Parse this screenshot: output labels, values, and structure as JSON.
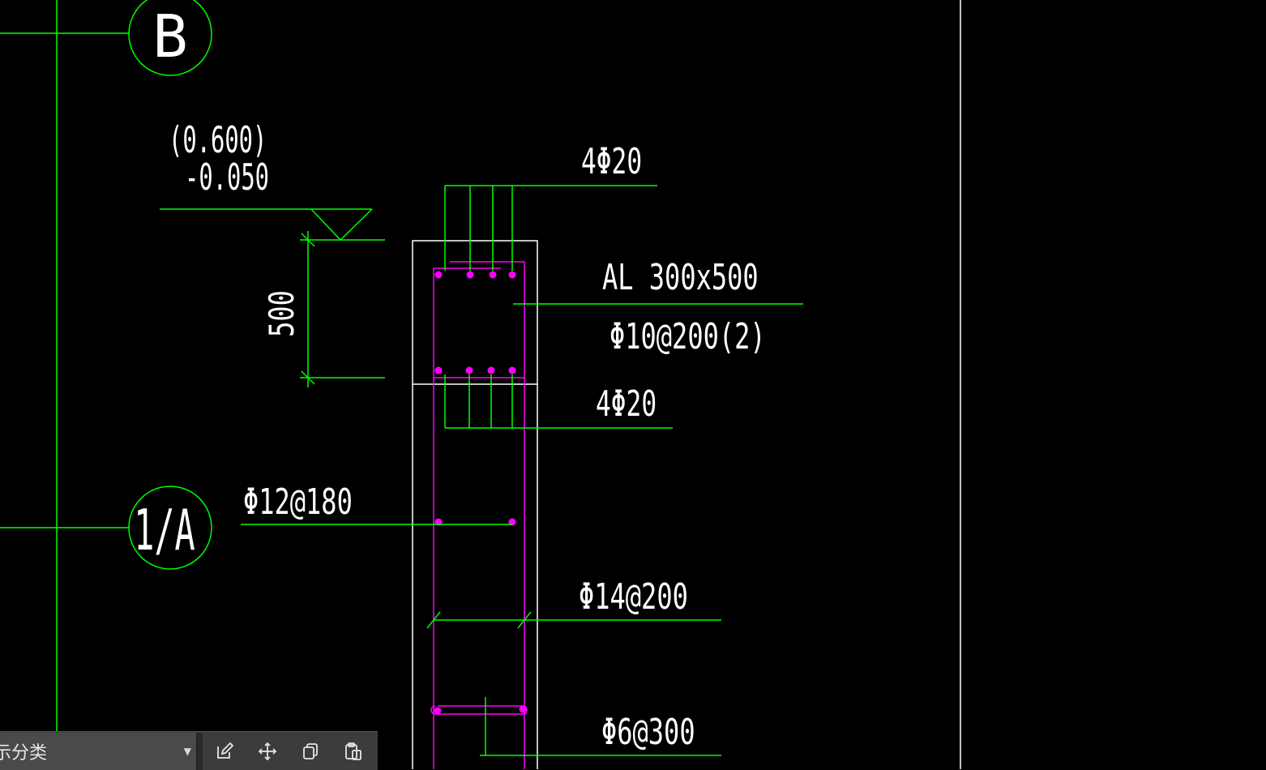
{
  "drawing": {
    "axis_bubbles": {
      "top": "B",
      "bottom": "1/A"
    },
    "elevation": {
      "upper": "(0.600)",
      "lower": "-0.050"
    },
    "dimension": "500",
    "callouts": {
      "top_rebar": "4Φ20",
      "beam_name": "AL 300x500",
      "beam_stirrup": "Φ10@200(2)",
      "bottom_rebar": "4Φ20",
      "wall_horizontal": "Φ12@180",
      "wall_vertical": "Φ14@200",
      "tie_bar": "Φ6@300"
    },
    "colors": {
      "axis": "#00ff00",
      "outline": "#ffffff",
      "rebar": "#ff00ff",
      "background": "#000000"
    }
  },
  "toolbar": {
    "category_label": "示分类",
    "tools": [
      {
        "name": "edit-icon"
      },
      {
        "name": "move-icon"
      },
      {
        "name": "copy-icon"
      },
      {
        "name": "paste-icon"
      }
    ]
  }
}
